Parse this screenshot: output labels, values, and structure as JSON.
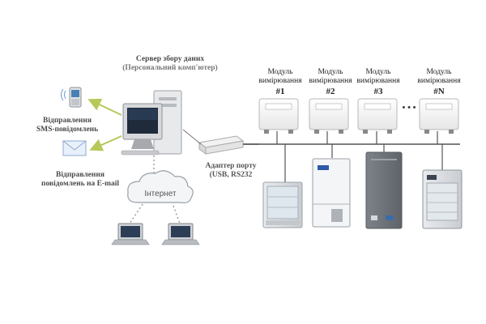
{
  "server": {
    "title": "Сервер збору даних",
    "subtitle": "(Персональний комп'ютер)"
  },
  "notifications": {
    "sms": [
      "Відправлення",
      "SMS-повідомлень"
    ],
    "email": [
      "Відправлення",
      "повідомлень на E-mail"
    ]
  },
  "internet_label": "Інтернет",
  "adapter": [
    "Адаптер порту",
    "(USB, RS232"
  ],
  "modules": [
    {
      "line1": "Модуль",
      "line2": "вимірювання",
      "num": "#1"
    },
    {
      "line1": "Модуль",
      "line2": "вимірювання",
      "num": "#2"
    },
    {
      "line1": "Модуль",
      "line2": "вимірювання",
      "num": "#3"
    },
    {
      "line1": "Модуль",
      "line2": "вимірювання",
      "num": "#N"
    }
  ],
  "ellipsis": "• • •",
  "colors": {
    "arrow": "#b6c95a",
    "bus": "#555555",
    "dotted": "#888888",
    "cloud": "#9aa0a6"
  },
  "icons": [
    "mobile-phone-icon",
    "envelope-icon",
    "desktop-pc-icon",
    "usb-adapter-icon",
    "cloud-icon",
    "laptop-icon",
    "refrigerator-icon"
  ]
}
